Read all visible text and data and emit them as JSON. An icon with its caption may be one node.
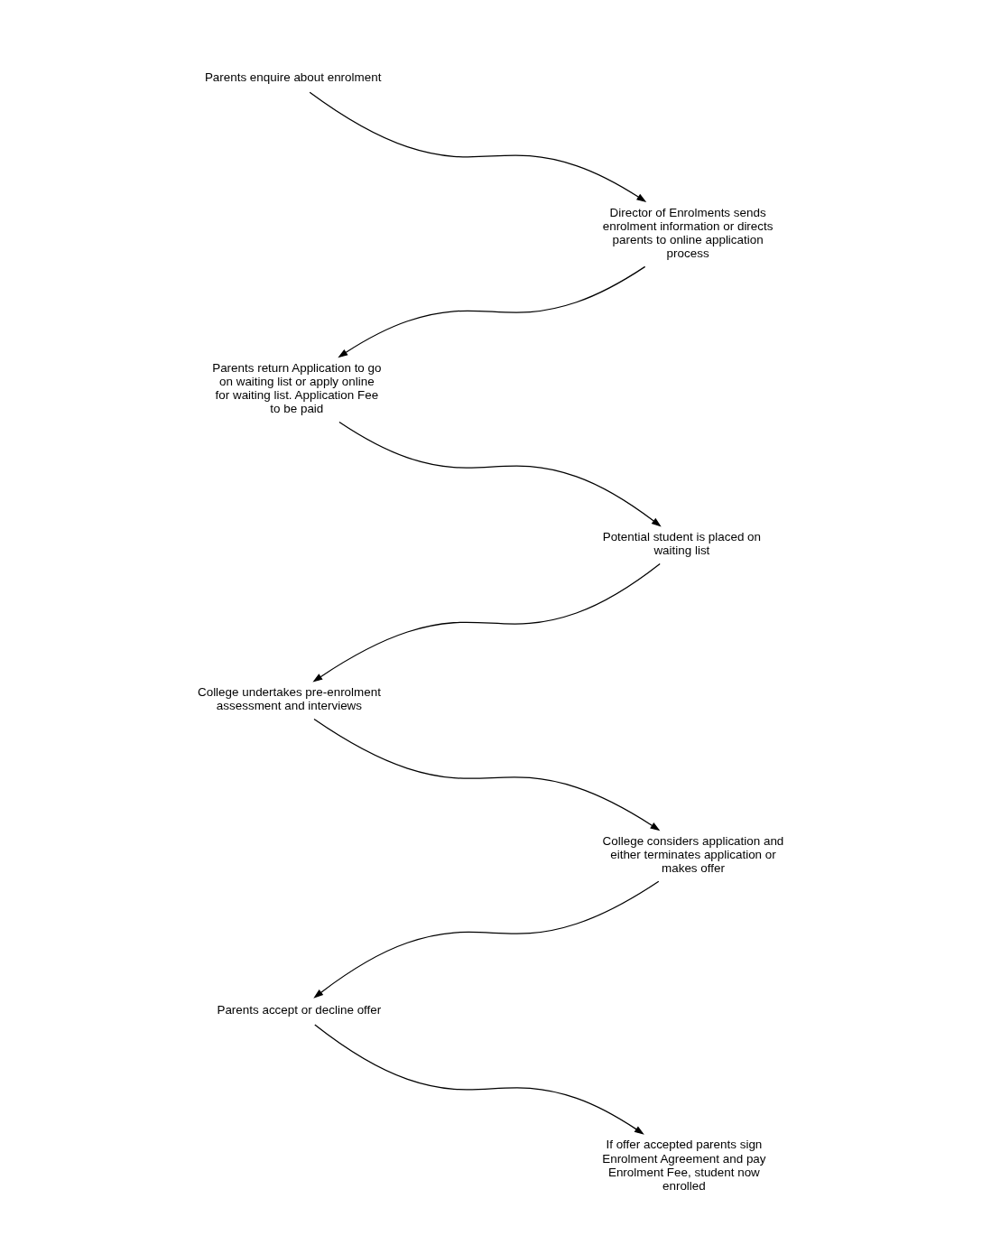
{
  "diagram": {
    "nodes": [
      {
        "text": [
          "Parents enquire about enrolment"
        ]
      },
      {
        "text": [
          "Director of Enrolments sends enrolment information or directs parents to online application process"
        ]
      },
      {
        "text": [
          "Parents return Application to go on waiting list or apply online for waiting list. Application Fee to be paid"
        ]
      },
      {
        "text": [
          "Potential student is placed on waiting list"
        ]
      },
      {
        "text": [
          "College undertakes pre-enrolment assessment and interviews"
        ]
      },
      {
        "text": [
          "College considers application and either terminates application or makes offer"
        ]
      },
      {
        "text": [
          "Parents accept or decline offer"
        ]
      },
      {
        "text": [
          "If offer accepted parents sign Enrolment Agreement and pay Enrolment Fee, student now enrolled"
        ]
      }
    ],
    "edges": [
      {
        "from": 0,
        "to": 1,
        "arrow": "to"
      },
      {
        "from": 1,
        "to": 2,
        "arrow": "to"
      },
      {
        "from": 2,
        "to": 3,
        "arrow": "to"
      },
      {
        "from": 3,
        "to": 4,
        "arrow": "to"
      },
      {
        "from": 4,
        "to": 5,
        "arrow": "to"
      },
      {
        "from": 5,
        "to": 6,
        "arrow": "to"
      },
      {
        "from": 6,
        "to": 7,
        "arrow": "to"
      }
    ]
  }
}
